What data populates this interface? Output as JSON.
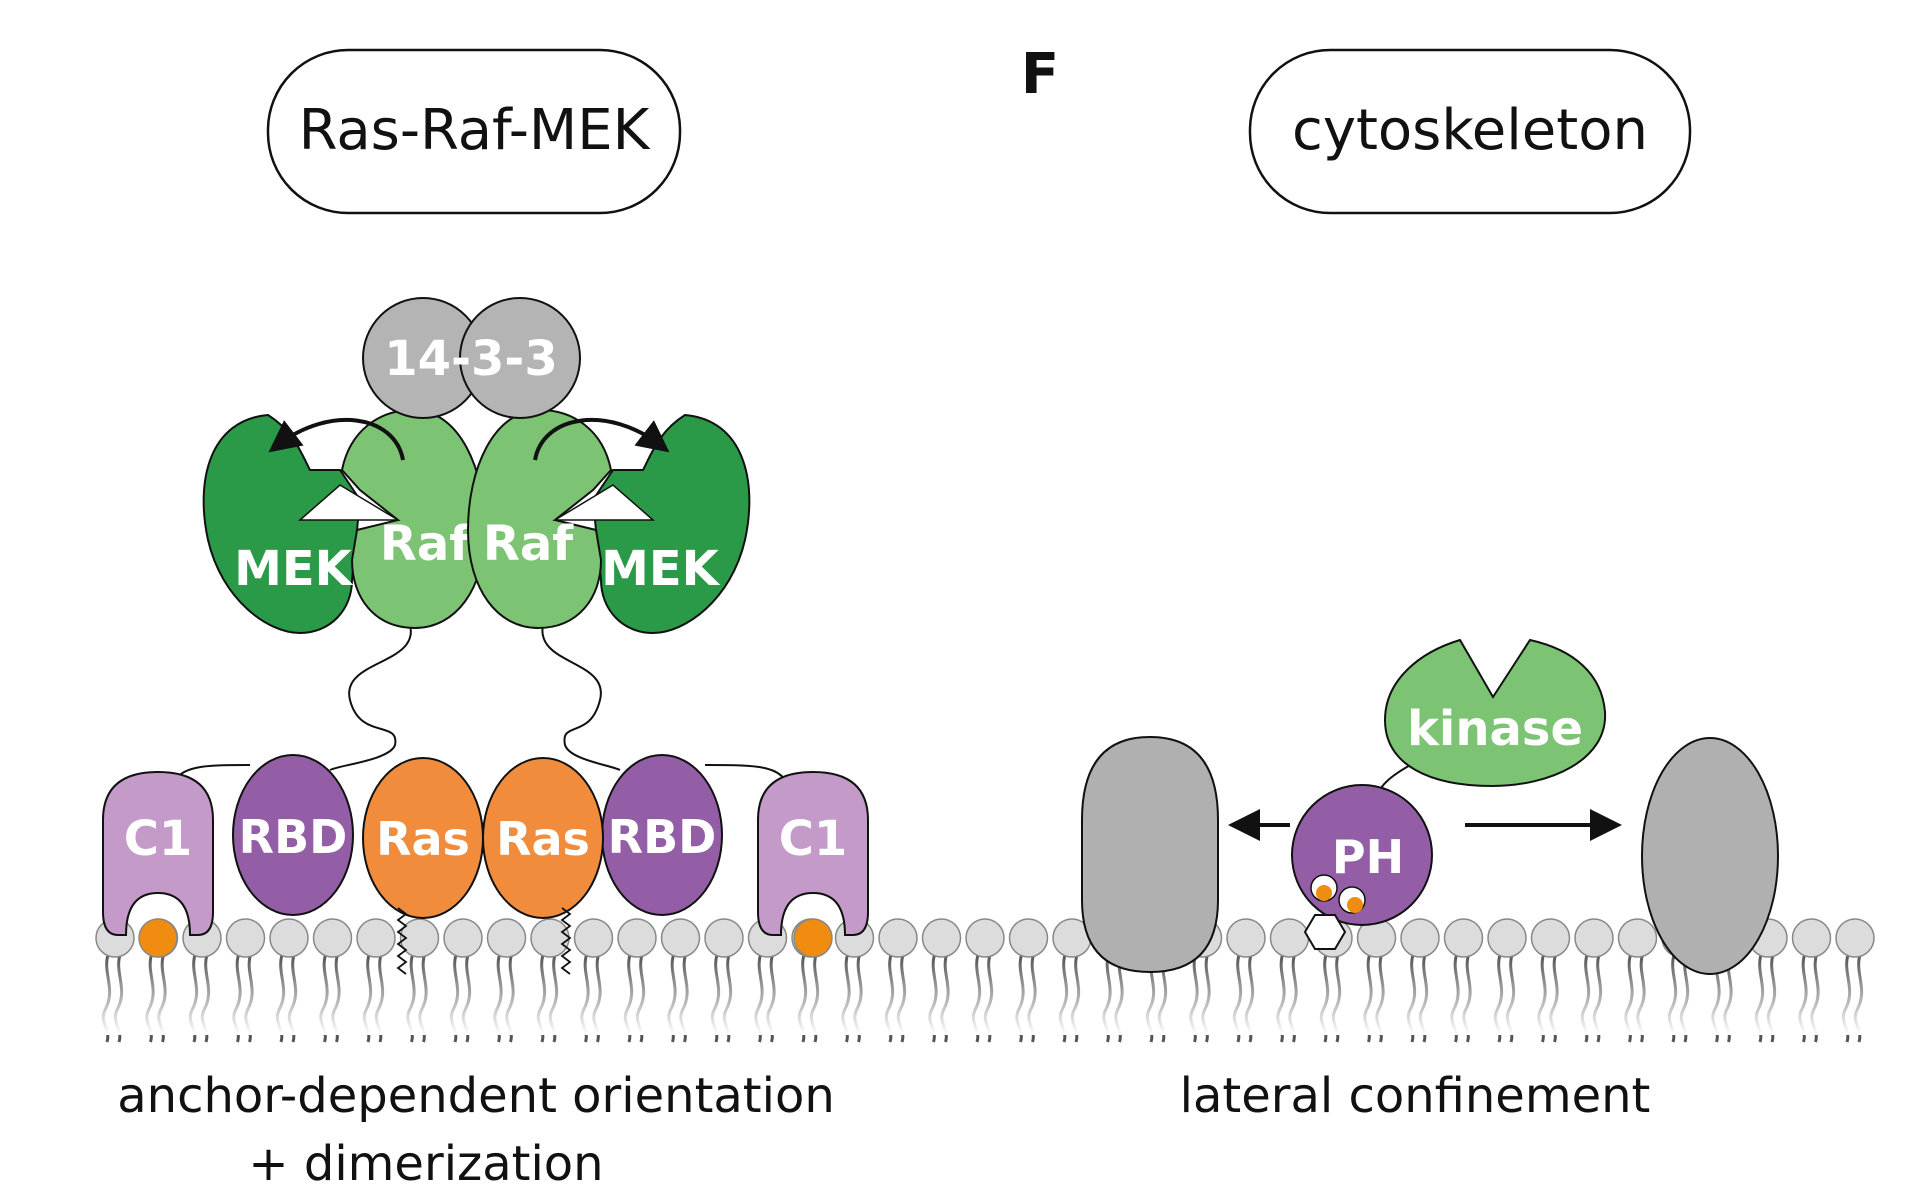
{
  "panel_letter": "F",
  "left": {
    "title": "Ras-Raf-MEK",
    "caption_line1": "anchor-dependent orientation",
    "caption_line2": "+ dimerization",
    "labels": {
      "scaffold": "14-3-3",
      "raf": "Raf",
      "mek": "MEK",
      "c1": "C1",
      "rbd": "RBD",
      "ras": "Ras"
    }
  },
  "right": {
    "title": "cytoskeleton",
    "caption": "lateral confinement",
    "labels": {
      "kinase": "kinase",
      "ph": "PH"
    }
  },
  "colors": {
    "mek_dark_green": "#2a9a48",
    "raf_light_green": "#7cc474",
    "scaffold_gray": "#b4b4b4",
    "c1_light_purple": "#c49ac8",
    "rbd_purple": "#935ea6",
    "ras_orange": "#f08c3c",
    "lipid_orange": "#f08c10",
    "fence_gray": "#b0b0b0",
    "lipid_head_gray": "#dcdcdc"
  }
}
